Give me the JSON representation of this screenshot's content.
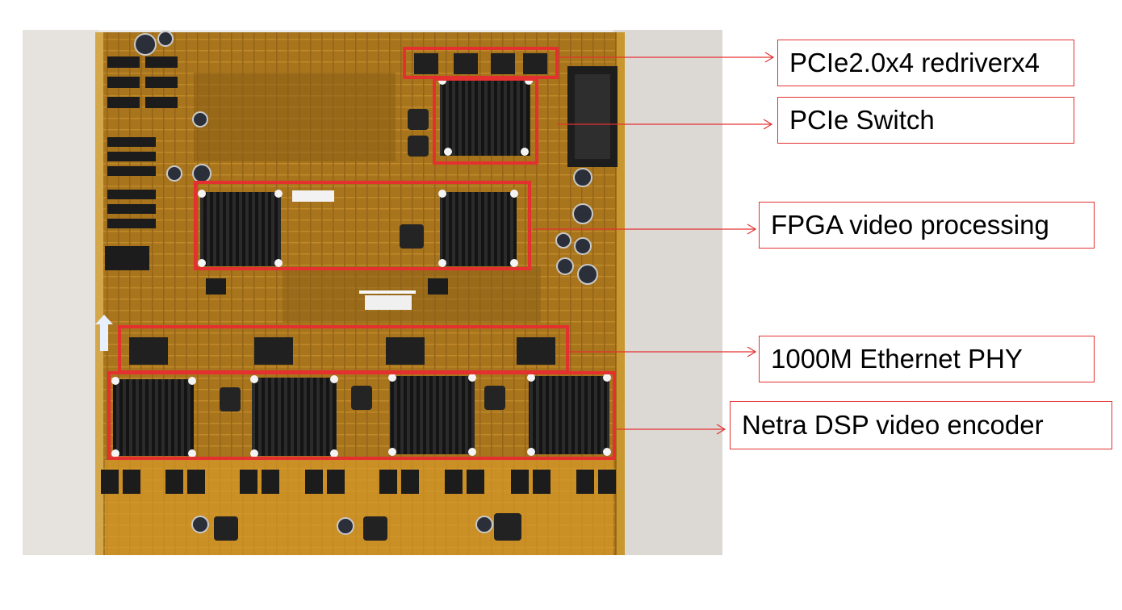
{
  "labels": {
    "redriver": "PCIe2.0x4 redriverx4",
    "pcie_switch": "PCIe Switch",
    "fpga": "FPGA video processing",
    "ethernet_phy": "1000M Ethernet PHY",
    "dsp_encoder": "Netra DSP video encoder"
  },
  "colors": {
    "highlight": "#e53030",
    "pcb": "#a8741c",
    "pcb_dark": "#6e4a12",
    "heatsink": "#141414",
    "background": "#eeecea"
  }
}
